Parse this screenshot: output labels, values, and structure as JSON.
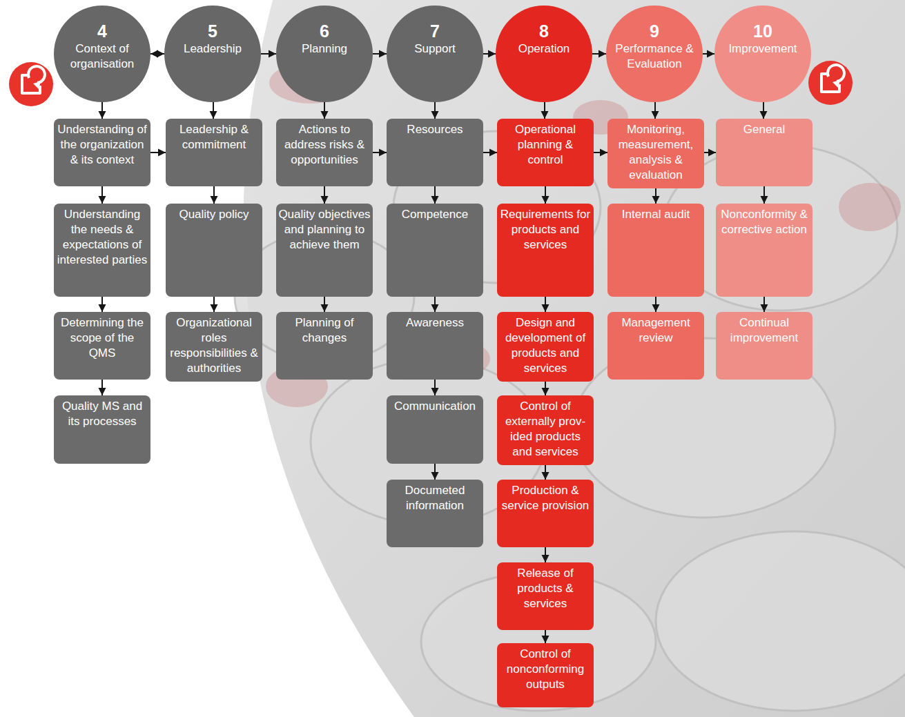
{
  "diagram": {
    "nodes": [
      {
        "text": [
          "4",
          "Context of organisation"
        ]
      },
      {
        "text": [
          "Understanding of the organization & its context"
        ]
      },
      {
        "text": [
          "Understanding the needs & expectations of interested parties"
        ]
      },
      {
        "text": [
          "Determining the scope of the QMS"
        ]
      },
      {
        "text": [
          "Quality MS and its processes"
        ]
      },
      {
        "text": [
          "5",
          "Leadership"
        ]
      },
      {
        "text": [
          "Leadership & commitment"
        ]
      },
      {
        "text": [
          "Quality policy"
        ]
      },
      {
        "text": [
          "Organizational roles responsibilities & authorities"
        ]
      },
      {
        "text": [
          "6",
          "Planning"
        ]
      },
      {
        "text": [
          "Actions to address risks & opportunities"
        ]
      },
      {
        "text": [
          "Quality objectives and planning to achieve them"
        ]
      },
      {
        "text": [
          "Planning of changes"
        ]
      },
      {
        "text": [
          "7",
          "Support"
        ]
      },
      {
        "text": [
          "Resources"
        ]
      },
      {
        "text": [
          "Competence"
        ]
      },
      {
        "text": [
          "Awareness"
        ]
      },
      {
        "text": [
          "Communication"
        ]
      },
      {
        "text": [
          "Documeted information"
        ]
      },
      {
        "text": [
          "8",
          "Operation"
        ]
      },
      {
        "text": [
          "Operational planning & control"
        ]
      },
      {
        "text": [
          "Requirements for products and services"
        ]
      },
      {
        "text": [
          "Design and development of products and services"
        ]
      },
      {
        "text": [
          "Control of externally prov-ided products and services"
        ]
      },
      {
        "text": [
          "Production & service provision"
        ]
      },
      {
        "text": [
          "Release of products & services"
        ]
      },
      {
        "text": [
          "Control of nonconforming outputs"
        ]
      },
      {
        "text": [
          "9",
          "Performance & Evaluation"
        ]
      },
      {
        "text": [
          "Monitoring, measurement, analysis & evaluation"
        ]
      },
      {
        "text": [
          "Internal audit"
        ]
      },
      {
        "text": [
          "Management review"
        ]
      },
      {
        "text": [
          "10",
          "Improvement"
        ]
      },
      {
        "text": [
          "General"
        ]
      },
      {
        "text": [
          "Nonconformity & corrective action"
        ]
      },
      {
        "text": [
          "Continual improvement"
        ]
      }
    ],
    "edges": [
      {
        "from": 0,
        "to": 5,
        "arrow": "both"
      },
      {
        "from": 5,
        "to": 9,
        "arrow": "to"
      },
      {
        "from": 9,
        "to": 13,
        "arrow": "to"
      },
      {
        "from": 13,
        "to": 19,
        "arrow": "to"
      },
      {
        "from": 19,
        "to": 27,
        "arrow": "to"
      },
      {
        "from": 27,
        "to": 31,
        "arrow": "to"
      },
      {
        "from": 0,
        "to": 1,
        "arrow": "to"
      },
      {
        "from": 1,
        "to": 2,
        "arrow": "to"
      },
      {
        "from": 2,
        "to": 3,
        "arrow": "to"
      },
      {
        "from": 3,
        "to": 4,
        "arrow": "to"
      },
      {
        "from": 5,
        "to": 6,
        "arrow": "to"
      },
      {
        "from": 6,
        "to": 7,
        "arrow": "to"
      },
      {
        "from": 7,
        "to": 8,
        "arrow": "to"
      },
      {
        "from": 9,
        "to": 10,
        "arrow": "to"
      },
      {
        "from": 10,
        "to": 11,
        "arrow": "to"
      },
      {
        "from": 11,
        "to": 12,
        "arrow": "to"
      },
      {
        "from": 13,
        "to": 14,
        "arrow": "to"
      },
      {
        "from": 14,
        "to": 15,
        "arrow": "to"
      },
      {
        "from": 15,
        "to": 16,
        "arrow": "to"
      },
      {
        "from": 16,
        "to": 17,
        "arrow": "to"
      },
      {
        "from": 17,
        "to": 18,
        "arrow": "to"
      },
      {
        "from": 19,
        "to": 20,
        "arrow": "to"
      },
      {
        "from": 20,
        "to": 21,
        "arrow": "to"
      },
      {
        "from": 21,
        "to": 22,
        "arrow": "to"
      },
      {
        "from": 22,
        "to": 23,
        "arrow": "to"
      },
      {
        "from": 23,
        "to": 24,
        "arrow": "to"
      },
      {
        "from": 24,
        "to": 25,
        "arrow": "to"
      },
      {
        "from": 25,
        "to": 26,
        "arrow": "to"
      },
      {
        "from": 27,
        "to": 28,
        "arrow": "to"
      },
      {
        "from": 28,
        "to": 29,
        "arrow": "to"
      },
      {
        "from": 29,
        "to": 30,
        "arrow": "to"
      },
      {
        "from": 31,
        "to": 32,
        "arrow": "to"
      },
      {
        "from": 32,
        "to": 33,
        "arrow": "to"
      },
      {
        "from": 33,
        "to": 34,
        "arrow": "to"
      },
      {
        "from": 1,
        "to": 6,
        "arrow": "to"
      },
      {
        "from": 10,
        "to": 14,
        "arrow": "to"
      },
      {
        "from": 14,
        "to": 20,
        "arrow": "to"
      },
      {
        "from": 20,
        "to": 28,
        "arrow": "to"
      },
      {
        "from": 28,
        "to": 32,
        "arrow": "to"
      }
    ]
  }
}
